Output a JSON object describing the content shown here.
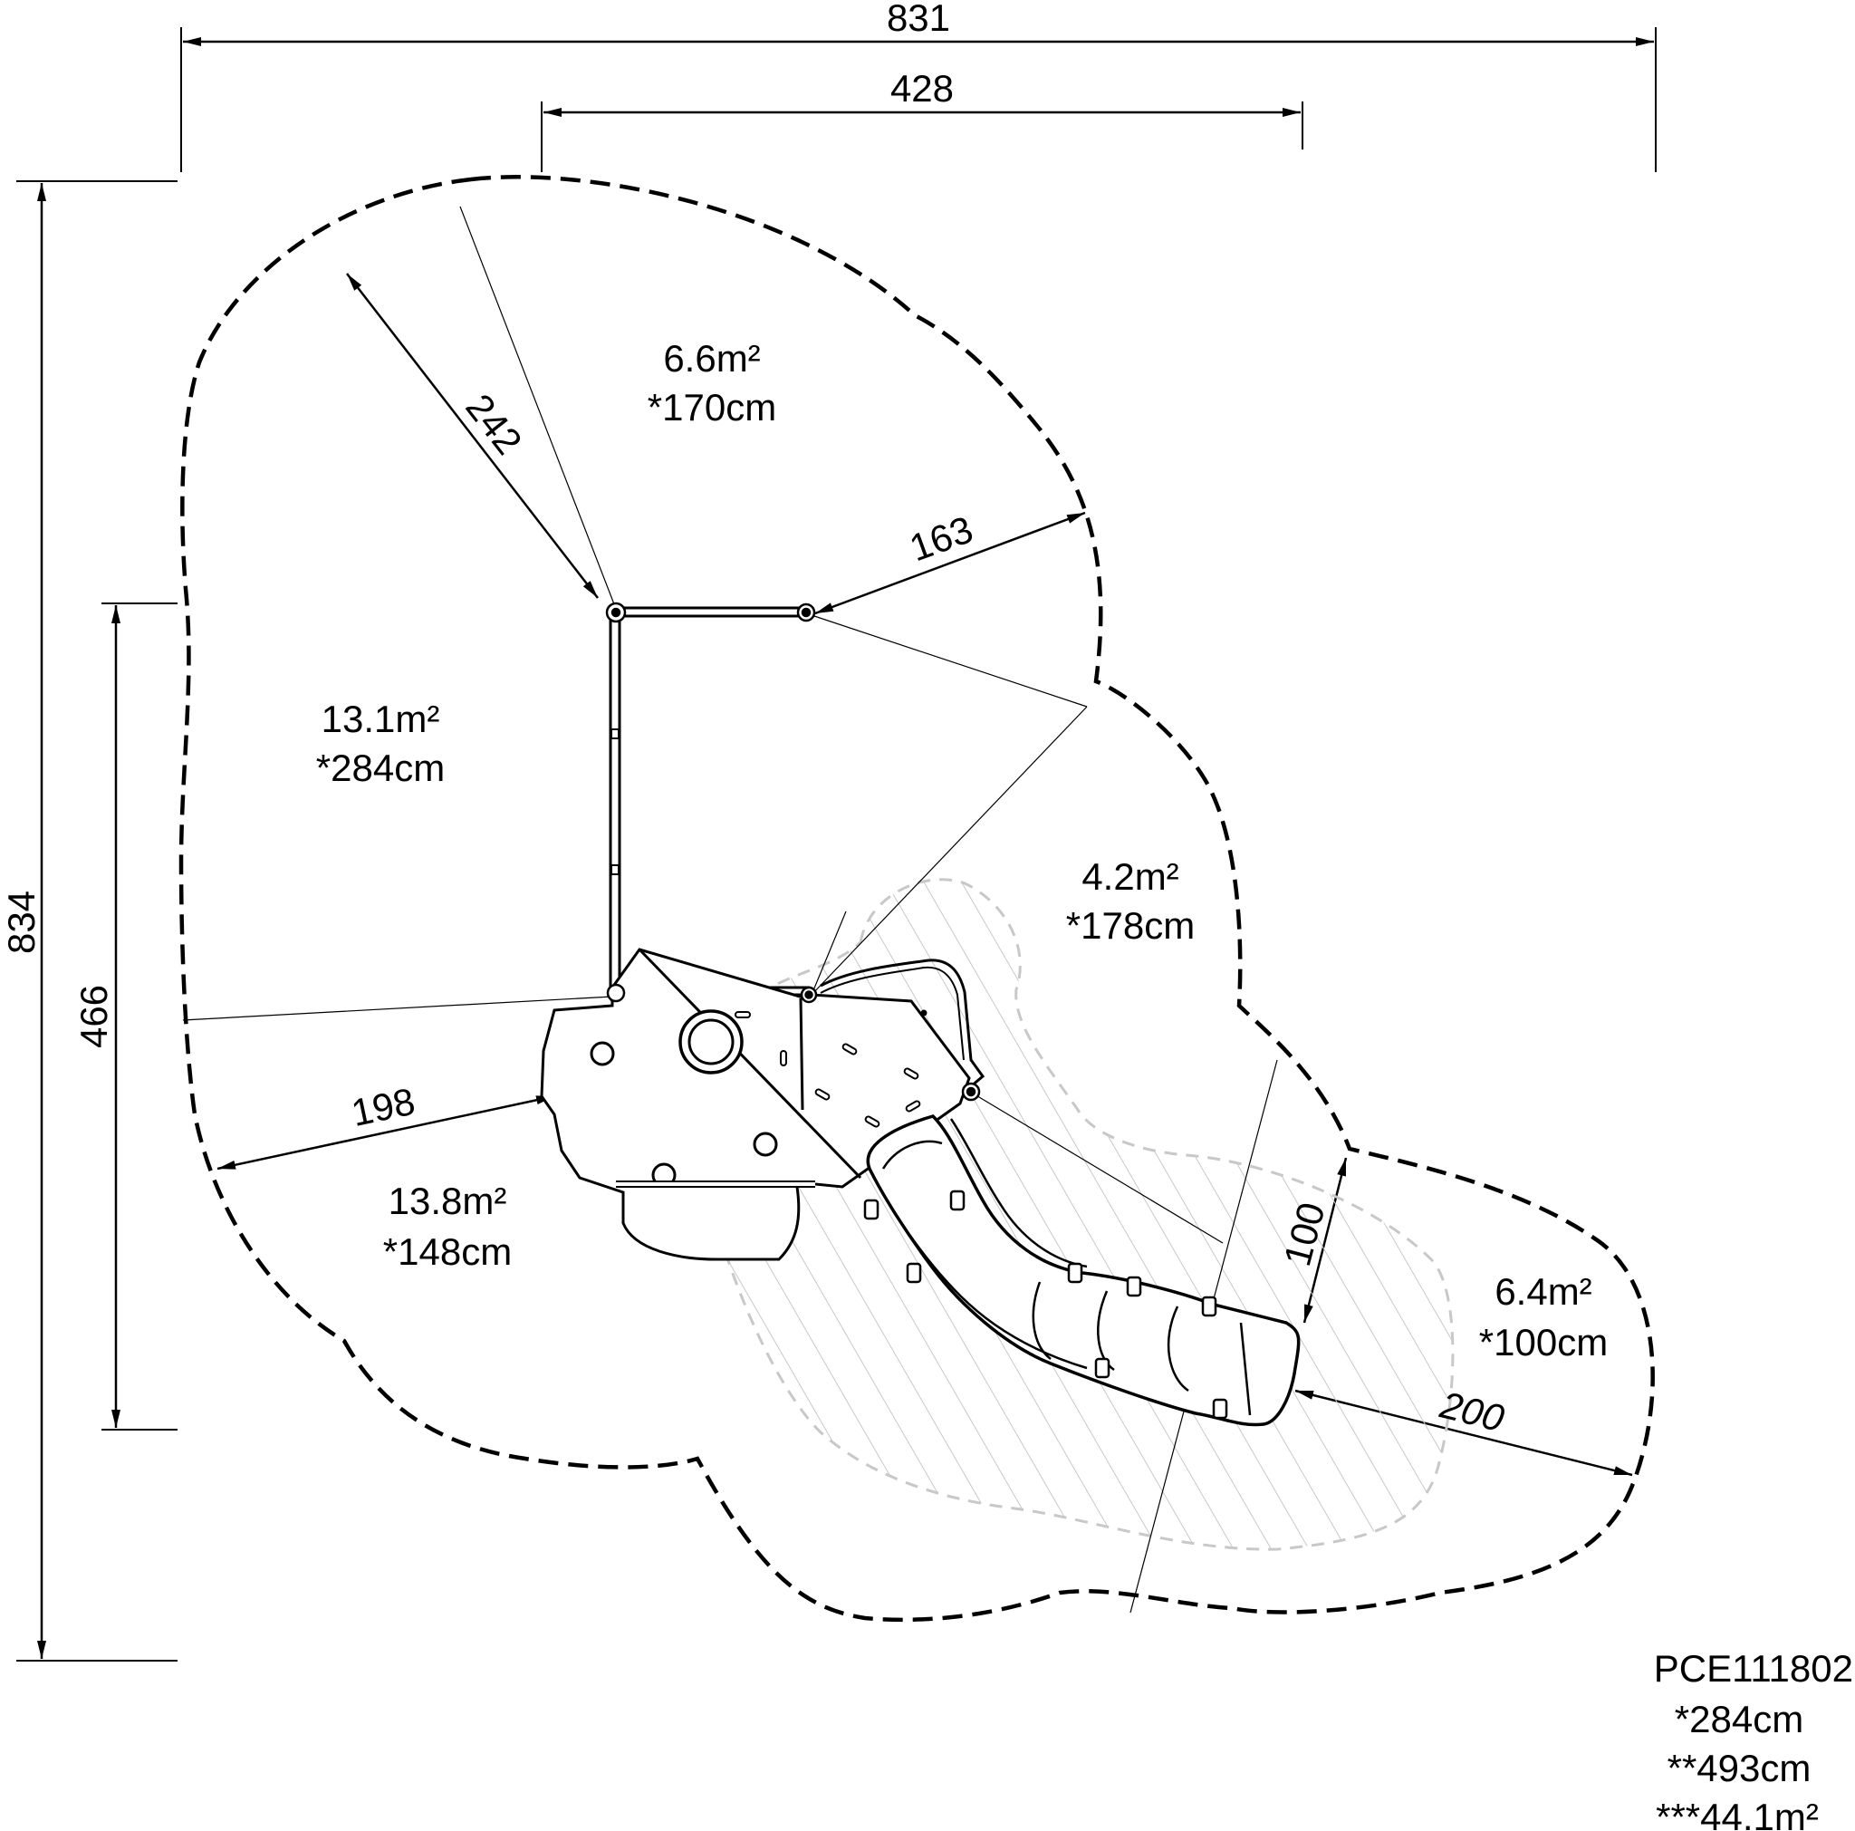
{
  "dimensions": {
    "overall_width": "831",
    "inner_width": "428",
    "overall_height": "834",
    "inner_height": "466",
    "radius_top_left": "242",
    "radius_top_right": "163",
    "radius_left": "198",
    "slide_width": "100",
    "slide_run_out": "200"
  },
  "zones": [
    {
      "area": "6.6m²",
      "height": "*170cm"
    },
    {
      "area": "13.1m²",
      "height": "*284cm"
    },
    {
      "area": "4.2m²",
      "height": "*178cm"
    },
    {
      "area": "13.8m²",
      "height": "*148cm"
    },
    {
      "area": "6.4m²",
      "height": "*100cm"
    }
  ],
  "product": {
    "code": "PCE111802",
    "free_fall_height": "*284cm",
    "critical_height": "**493cm",
    "total_area": "***44.1m²"
  }
}
